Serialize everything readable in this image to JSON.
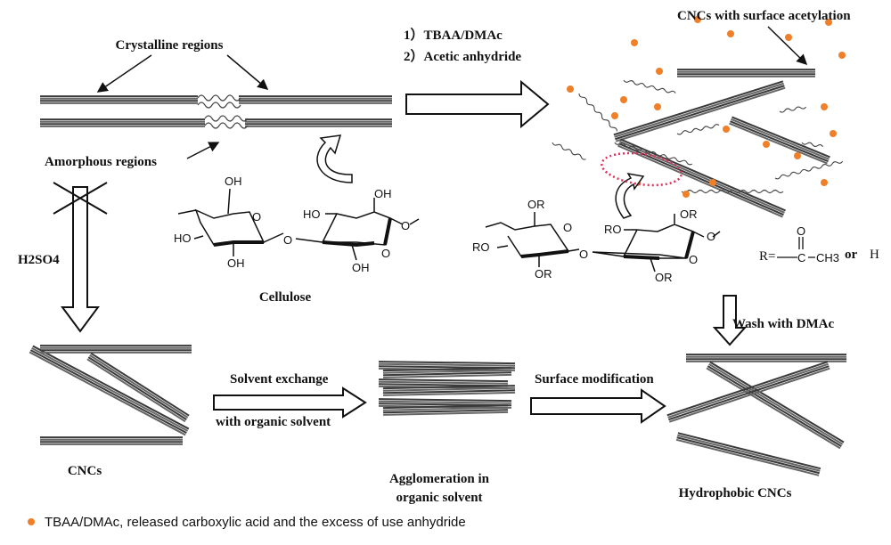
{
  "labels": {
    "crystalline": "Crystalline regions",
    "amorphous": "Amorphous regions",
    "step1": "1）TBAA/DMAc",
    "step2": "2）Acetic anhydride",
    "acetylated": "CNCs with surface acetylation",
    "h2so4": "H2SO4",
    "cellulose": "Cellulose",
    "r_def": "R=",
    "or": "or",
    "h": "H",
    "wash": "Wash with DMAc",
    "cncs": "CNCs",
    "solvent_exchange_1": "Solvent exchange",
    "solvent_exchange_2": "with organic solvent",
    "surface_mod": "Surface modification",
    "agglomeration_1": "Agglomeration in",
    "agglomeration_2": "organic solvent",
    "hydrophobic": "Hydrophobic CNCs"
  },
  "chem": {
    "oh": "OH",
    "ho": "HO",
    "o": "O",
    "or_group": "OR",
    "ro": "RO",
    "c": "C",
    "ch3": "CH3"
  },
  "legend": {
    "text": "TBAA/DMAc, released carboxylic acid and the excess of use anhydride"
  },
  "colors": {
    "dot": "#f07f2a",
    "fibril": "#3a3a3a",
    "loop": "#e0305a"
  }
}
